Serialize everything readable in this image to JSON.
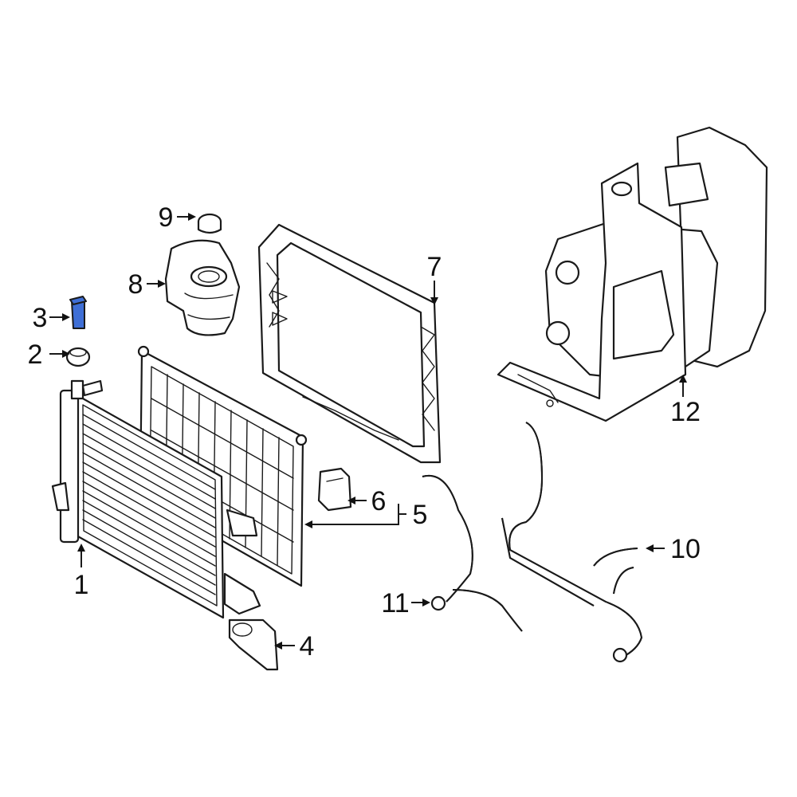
{
  "accent_color": "#3f6fd6",
  "callouts": [
    {
      "id": "1",
      "label": "1",
      "part": "radiator"
    },
    {
      "id": "2",
      "label": "2",
      "part": "insulator"
    },
    {
      "id": "3",
      "label": "3",
      "part": "clip"
    },
    {
      "id": "4",
      "label": "4",
      "part": "bracket"
    },
    {
      "id": "5",
      "label": "5",
      "part": "condenser-assembly"
    },
    {
      "id": "6",
      "label": "6",
      "part": "sensor"
    },
    {
      "id": "7",
      "label": "7",
      "part": "radiator-shroud"
    },
    {
      "id": "8",
      "label": "8",
      "part": "reservoir"
    },
    {
      "id": "9",
      "label": "9",
      "part": "reservoir-cap"
    },
    {
      "id": "10",
      "label": "10",
      "part": "hose"
    },
    {
      "id": "11",
      "label": "11",
      "part": "hose"
    },
    {
      "id": "12",
      "label": "12",
      "part": "auxiliary-pump-assembly"
    }
  ]
}
